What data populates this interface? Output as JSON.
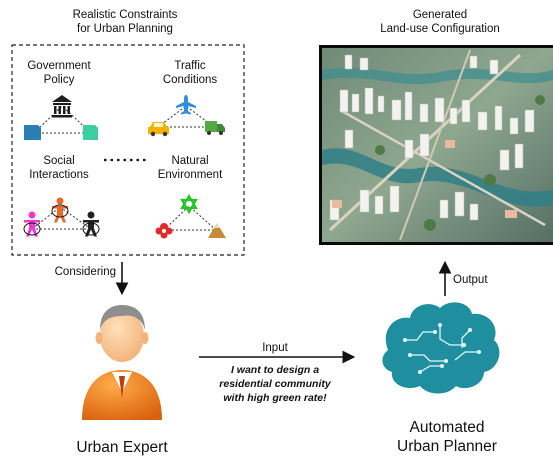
{
  "constraints": {
    "title_line1": "Realistic Constraints",
    "title_line2": "for Urban Planning",
    "items": [
      {
        "line1": "Government",
        "line2": "Policy"
      },
      {
        "line1": "Traffic",
        "line2": "Conditions"
      },
      {
        "line1": "Social",
        "line2": "Interactions"
      },
      {
        "line1": "Natural",
        "line2": "Environment"
      }
    ]
  },
  "output_panel": {
    "title_line1": "Generated",
    "title_line2": "Land-use Configuration"
  },
  "arrows": {
    "considering": "Considering",
    "output": "Output",
    "input": "Input"
  },
  "prompt_lines": [
    "I want to design a",
    "residential community",
    "with high green rate!"
  ],
  "actors": {
    "expert": "Urban Expert",
    "planner_line1": "Automated",
    "planner_line2": "Urban Planner"
  },
  "colors": {
    "person_orange": "#f07a1a",
    "brain_teal": "#1f8fa0",
    "plane_blue": "#2f8fde",
    "car_yellow": "#f0b400",
    "truck_green": "#55a845",
    "person_pink": "#e83ad0",
    "person_orange_small": "#e8692a",
    "tree_green": "#27c027",
    "flower_red": "#e02a2a",
    "mountain_tan": "#c58a3a"
  }
}
